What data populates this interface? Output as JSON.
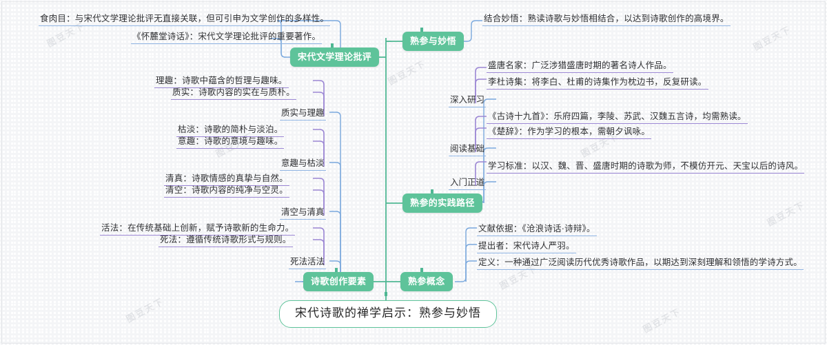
{
  "diagram": {
    "type": "mind-map",
    "root": {
      "label": "宋代诗歌的禅学启示：熟参与妙悟"
    },
    "colors": {
      "node_fill": "#5ec39a",
      "node_text": "#ffffff",
      "root_border": "#5ec39a",
      "root_text": "#262626",
      "connector_green": "#4fb793",
      "connector_blue": "#7aa8dd",
      "connector_purple": "#9b86d4",
      "leaf_text": "#2f3033",
      "background": "#ffffff"
    },
    "watermark": "图豆天下"
  },
  "branches": [
    {
      "id": "branch-song-criticism",
      "label": "宋代文学理论批评",
      "leaves": [
        {
          "text": "食肉目：与宋代文学理论批评无直接关联，但可引申为文学创作的多样性。"
        },
        {
          "text": "《怀麓堂诗话》：宋代文学理论批评的重要著作。"
        }
      ]
    },
    {
      "id": "branch-shucan-miaowu",
      "label": "熟参与妙悟",
      "leaves": [
        {
          "text": "结合妙悟：熟读诗歌与妙悟相结合，以达到诗歌创作的高境界。"
        }
      ]
    },
    {
      "id": "branch-practice-path",
      "label": "熟参的实践路径",
      "subbranches": [
        {
          "id": "sub-deep-study",
          "label": "深入研习",
          "leaves": [
            {
              "text": "盛唐名家：广泛涉猎盛唐时期的著名诗人作品。"
            },
            {
              "text": "李杜诗集：将李白、杜甫的诗集作为枕边书，反复研读。"
            }
          ]
        },
        {
          "id": "sub-reading-base",
          "label": "阅读基础",
          "leaves": [
            {
              "text": "《古诗十九首》：乐府四篇，李陵、苏武、汉魏五言诗，均需熟读。"
            },
            {
              "text": "《楚辞》：作为学习的根本，需朝夕讽咏。"
            }
          ]
        },
        {
          "id": "sub-right-entry",
          "label": "入门正道",
          "leaves": [
            {
              "text": "学习标准：以汉、魏、晋、盛唐时期的诗歌为师，不模仿开元、天宝以后的诗风。"
            }
          ]
        }
      ]
    },
    {
      "id": "branch-poetry-elements",
      "label": "诗歌创作要素",
      "subbranches": [
        {
          "id": "sub-zhishi-liqu",
          "label": "质实与理趣",
          "leaves": [
            {
              "text": "理趣：诗歌中蕴含的哲理与趣味。"
            },
            {
              "text": "质实：诗歌内容的实在与质朴。"
            }
          ]
        },
        {
          "id": "sub-yiqu-kudan",
          "label": "意趣与枯淡",
          "leaves": [
            {
              "text": "枯淡：诗歌的简朴与淡泊。"
            },
            {
              "text": "意趣：诗歌的意境与趣味。"
            }
          ]
        },
        {
          "id": "sub-qingkong-qingzhen",
          "label": "清空与清真",
          "leaves": [
            {
              "text": "清真：诗歌情感的真挚与自然。"
            },
            {
              "text": "清空：诗歌内容的纯净与空灵。"
            }
          ]
        },
        {
          "id": "sub-sifa-huofa",
          "label": "死法活法",
          "leaves": [
            {
              "text": "活法：在传统基础上创新，赋予诗歌新的生命力。"
            },
            {
              "text": "死法：遵循传统诗歌形式与规则。"
            }
          ]
        }
      ]
    },
    {
      "id": "branch-shucan-concept",
      "label": "熟参概念",
      "leaves": [
        {
          "text": "文献依据：《沧浪诗话·诗辩》。"
        },
        {
          "text": "提出者：宋代诗人严羽。"
        },
        {
          "text": "定义：一种通过广泛阅读历代优秀诗歌作品，以期达到深刻理解和领悟的学诗方式。"
        }
      ]
    }
  ]
}
